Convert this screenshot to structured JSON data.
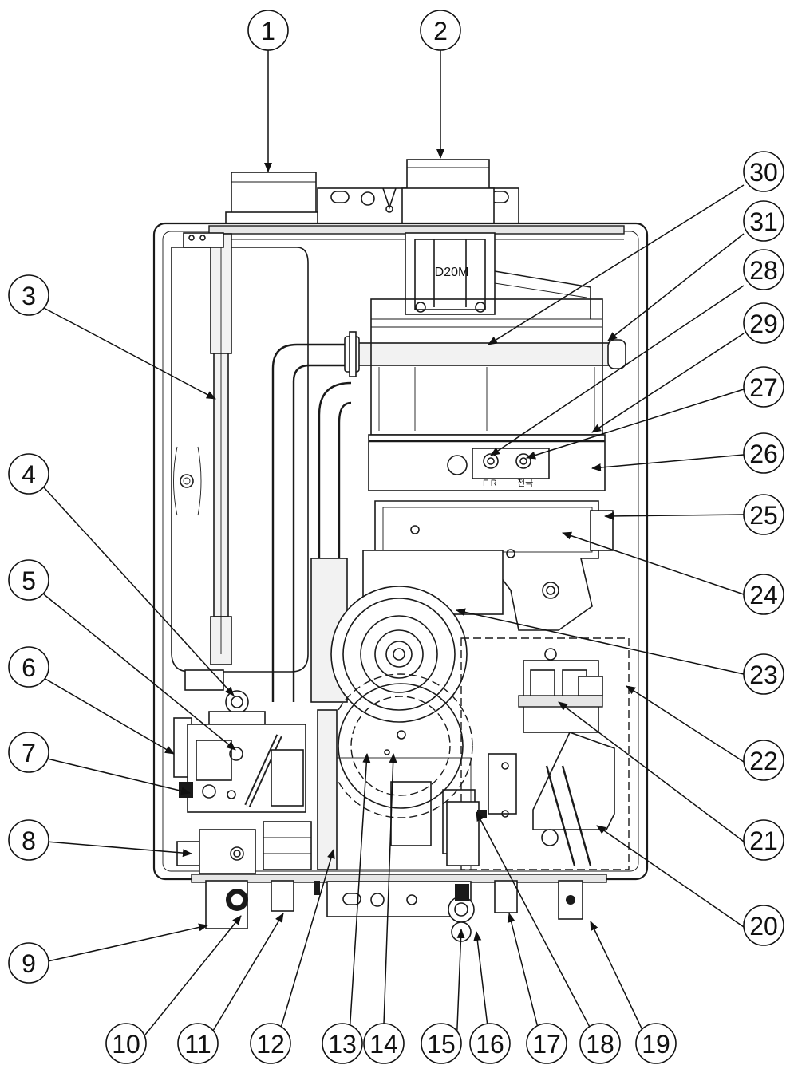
{
  "figure": {
    "model_label": "D20M",
    "sensor_labels": {
      "left": "F R",
      "right": "전극"
    }
  },
  "callouts": [
    {
      "n": "1"
    },
    {
      "n": "2"
    },
    {
      "n": "3"
    },
    {
      "n": "4"
    },
    {
      "n": "5"
    },
    {
      "n": "6"
    },
    {
      "n": "7"
    },
    {
      "n": "8"
    },
    {
      "n": "9"
    },
    {
      "n": "10"
    },
    {
      "n": "11"
    },
    {
      "n": "12"
    },
    {
      "n": "13"
    },
    {
      "n": "14"
    },
    {
      "n": "15"
    },
    {
      "n": "16"
    },
    {
      "n": "17"
    },
    {
      "n": "18"
    },
    {
      "n": "19"
    },
    {
      "n": "20"
    },
    {
      "n": "21"
    },
    {
      "n": "22"
    },
    {
      "n": "23"
    },
    {
      "n": "24"
    },
    {
      "n": "25"
    },
    {
      "n": "26"
    },
    {
      "n": "27"
    },
    {
      "n": "28"
    },
    {
      "n": "29"
    },
    {
      "n": "30"
    },
    {
      "n": "31"
    }
  ]
}
